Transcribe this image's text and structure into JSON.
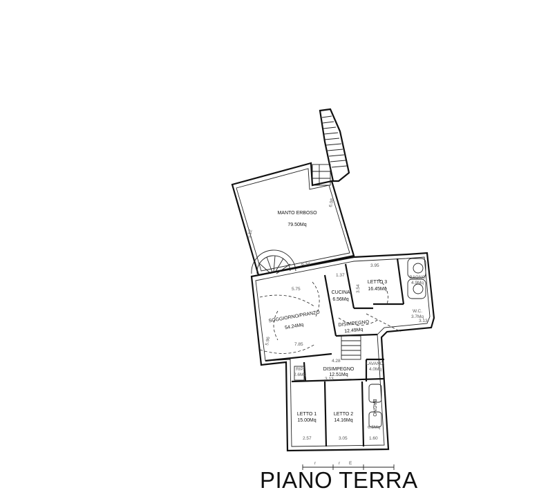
{
  "floor_title": "PIANO TERRA",
  "scale_marks": [
    "r",
    "r",
    "E"
  ],
  "rooms": {
    "manto_erboso": {
      "name": "MANTO ERBOSO",
      "area": "79.50Mq"
    },
    "soggiorno_pranzo": {
      "name": "SOGGIORNO/PRANZO",
      "area": "54.24Mq"
    },
    "cucina": {
      "name": "CUCINA",
      "area": "6.56Mq"
    },
    "letto3": {
      "name": "LETTO 3",
      "area": "16.45Mq"
    },
    "disimpegno1": {
      "name": "DISIMPEGNO",
      "area": "12.49Mq"
    },
    "disimpegno2": {
      "name": "DISIMPEGNO",
      "area": "12.51Mq"
    },
    "letto1": {
      "name": "LETTO 1",
      "area": "15.00Mq"
    },
    "letto2": {
      "name": "LETTO 2",
      "area": "14.16Mq"
    },
    "bagno": {
      "name": "BAGNO",
      "area": "6.5Mq"
    },
    "ripostiglio": {
      "name": "RIP.",
      "area": "2.6Mq"
    },
    "lavanderia": {
      "name": "LAVAND.",
      "area": "4.0Mq"
    },
    "bagno2": {
      "name": "BAGNO",
      "area": "4.9Mq"
    },
    "wc": {
      "name": "W.C.",
      "area": "3.7Mq"
    }
  },
  "dimensions": {
    "d1": "6.34",
    "d2": "3.95",
    "d3": "5.75",
    "d4": "6.08",
    "d5": "5.12",
    "d6": "3.13",
    "d7": "7.85",
    "d8": "2.57",
    "d9": "3.05",
    "d10": "1.60",
    "d11": "4.28",
    "d12": "3.13",
    "d13": "5.96",
    "d14": "1.37",
    "d15": "3.54"
  }
}
